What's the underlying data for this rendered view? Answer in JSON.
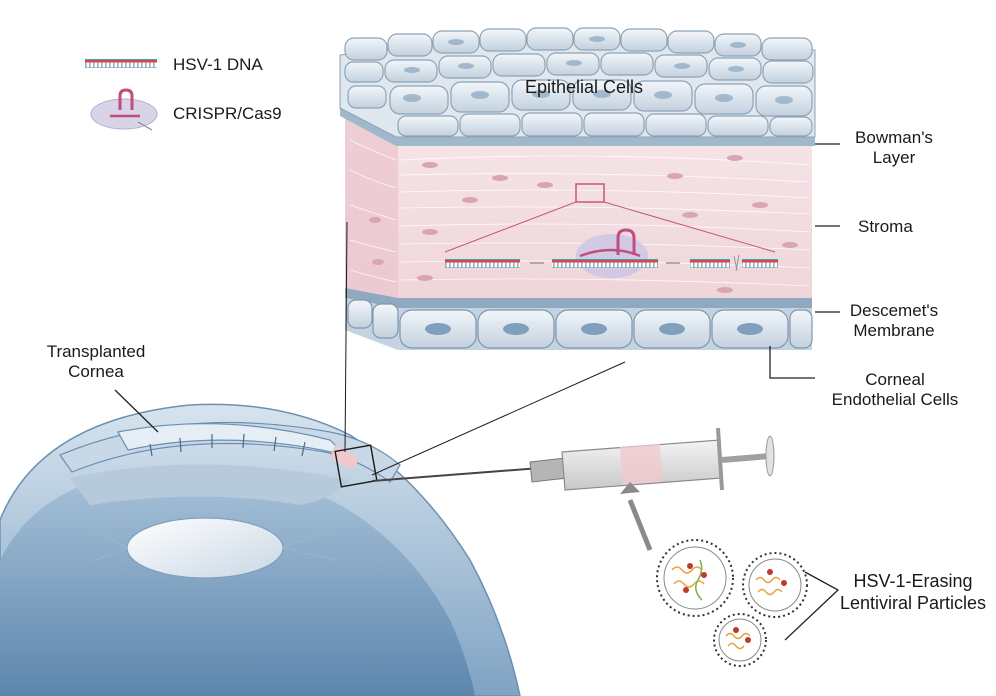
{
  "legend": {
    "dna_label": "HSV-1 DNA",
    "cas9_label": "CRISPR/Cas9"
  },
  "labels": {
    "epithelial": "Epithelial Cells",
    "bowman_line1": "Bowman's",
    "bowman_line2": "Layer",
    "stroma": "Stroma",
    "descemet_line1": "Descemet's",
    "descemet_line2": "Membrane",
    "endo_line1": "Corneal",
    "endo_line2": "Endothelial Cells",
    "transplanted_line1": "Transplanted",
    "transplanted_line2": "Cornea",
    "particles_line1": "HSV-1-Erasing",
    "particles_line2": "Lentiviral Particles"
  },
  "colors": {
    "epithelium": "#c9d6e2",
    "stroma": "#f3dfe2",
    "membrane": "#9fb8cc",
    "endothelium": "#b6c9da",
    "eye_blue": "#8fb1cf",
    "dna_red": "#d94455",
    "dna_teal": "#3aa7a0",
    "cas9_purple": "#c9bfdc"
  }
}
